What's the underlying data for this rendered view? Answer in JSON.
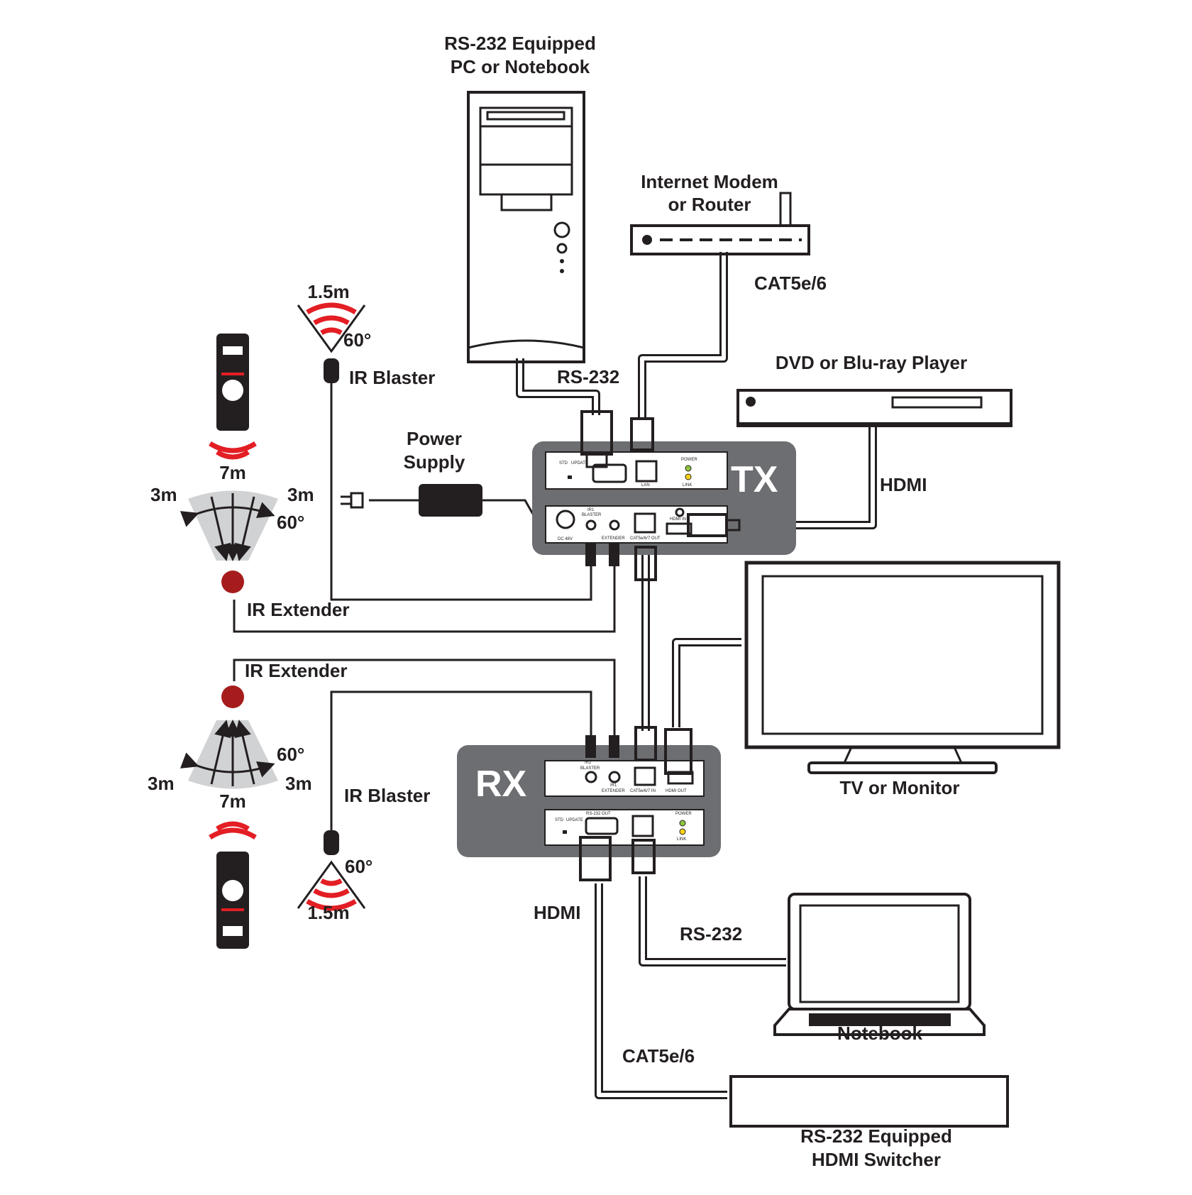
{
  "labels": {
    "pc_line1": "RS-232 Equipped",
    "pc_line2": "PC or Notebook",
    "modem_line1": "Internet Modem",
    "modem_line2": "or Router",
    "cat_top": "CAT5e/6",
    "dvd": "DVD or Blu-ray Player",
    "rs232_top": "RS-232",
    "hdmi_top": "HDMI",
    "power_line1": "Power",
    "power_line2": "Supply",
    "ir_blaster_top": "IR Blaster",
    "ir_extender_top": "IR Extender",
    "ir_extender_bottom": "IR Extender",
    "ir_blaster_bottom": "IR Blaster",
    "tv": "TV or Monitor",
    "hdmi_bottom": "HDMI",
    "rs232_bottom": "RS-232",
    "notebook": "Notebook",
    "cat_bottom": "CAT5e/6",
    "switcher_line1": "RS-232 Equipped",
    "switcher_line2": "HDMI Switcher",
    "tx": "TX",
    "rx": "RX"
  },
  "ranges": {
    "range_7m_top": "7m",
    "range_3m_tl": "3m",
    "range_3m_tr": "3m",
    "angle_60_top": "60°",
    "blaster_15_top": "1.5m",
    "blaster_60_top": "60°",
    "range_7m_bottom": "7m",
    "range_3m_bl": "3m",
    "range_3m_br": "3m",
    "angle_60_bottom": "60°",
    "blaster_15_bottom": "1.5m",
    "blaster_60_bottom": "60°"
  },
  "tx_panel": {
    "std": "STD",
    "update": "UPDATE",
    "power": "POWER",
    "link": "LINK",
    "lan": "LAN",
    "dc": "DC 48V",
    "ir1": "IR1",
    "blaster": "BLASTER",
    "extender": "EXTENDER",
    "cat_out": "CAT5e/6/7 OUT",
    "hdmi_in": "HDMI IN"
  },
  "rx_panel": {
    "ir2": "IR2",
    "blaster": "BLASTER",
    "ir1": "IR1",
    "extender": "EXTENDER",
    "cat_in": "CAT5e/6/7 IN",
    "hdmi_out": "HDMI OUT",
    "std": "STD",
    "update": "UPDATE",
    "rs232_out": "RS-232 OUT",
    "power": "POWER",
    "link": "LINK"
  },
  "colors": {
    "ink": "#231f20",
    "box": "#6d6e71",
    "ir_red": "#e31e24",
    "cone": "#d1d2d4",
    "led_green": "#8dc63f",
    "led_yellow": "#f7d117"
  }
}
